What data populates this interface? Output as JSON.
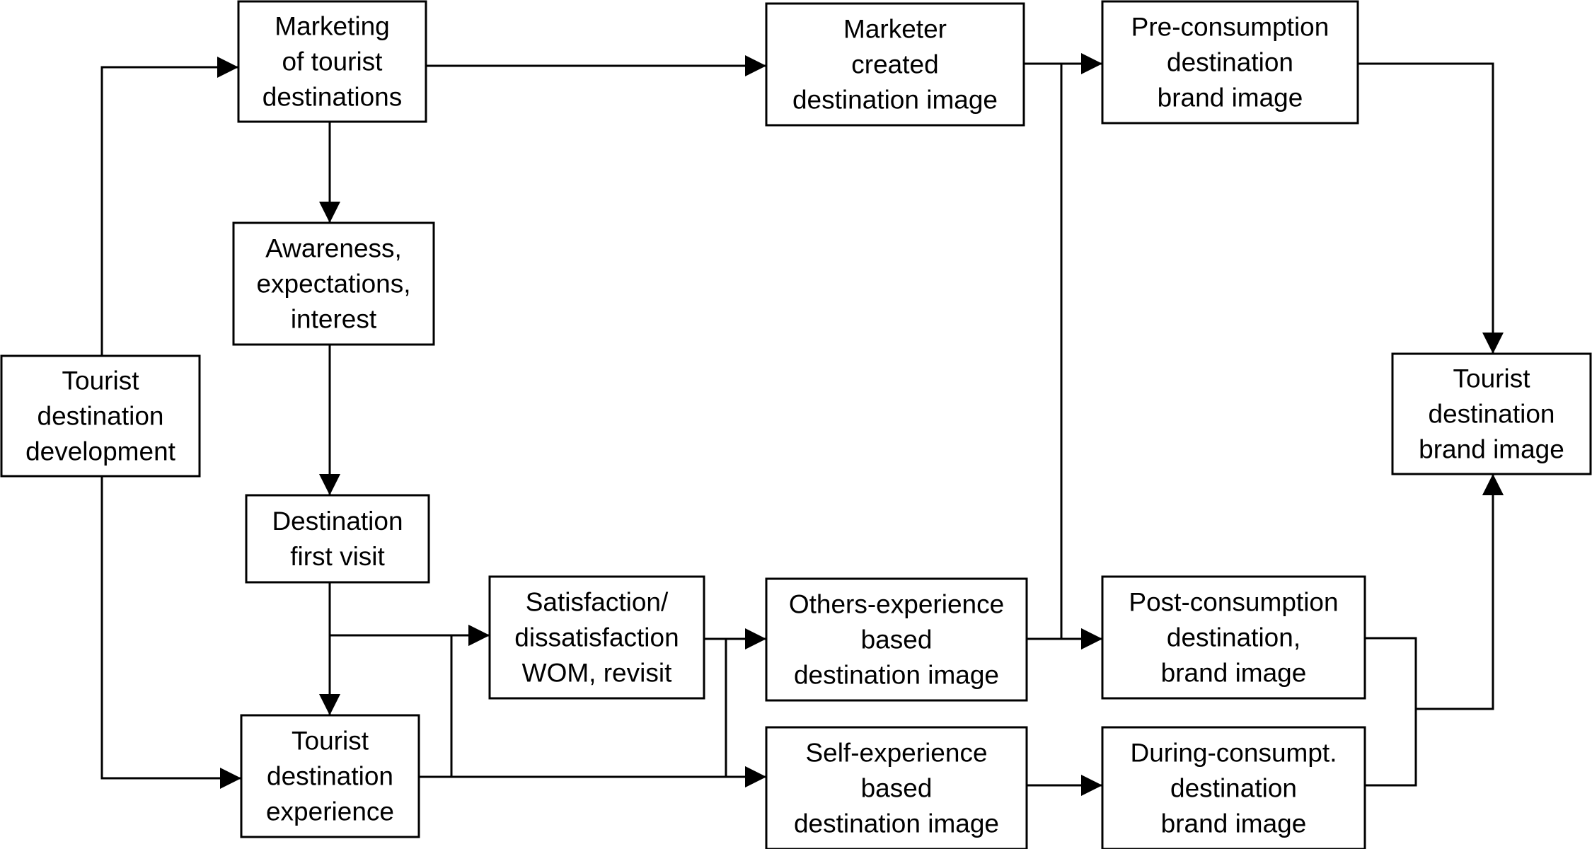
{
  "colors": {
    "line": "#000000",
    "box_fill": "#ffffff",
    "background": "#ffffff"
  },
  "nodes": [
    {
      "id": "tourist-destination-development",
      "lines": [
        "Tourist",
        "destination",
        "development"
      ]
    },
    {
      "id": "marketing-of-tourist-destinations",
      "lines": [
        "Marketing",
        "of tourist",
        "destinations"
      ]
    },
    {
      "id": "awareness-expectations-interest",
      "lines": [
        "Awareness,",
        "expectations,",
        "interest"
      ]
    },
    {
      "id": "destination-first-visit",
      "lines": [
        "Destination",
        "first visit"
      ]
    },
    {
      "id": "tourist-destination-experience",
      "lines": [
        "Tourist",
        "destination",
        "experience"
      ]
    },
    {
      "id": "satisfaction-dissatisfaction",
      "lines": [
        "Satisfaction/",
        "dissatisfaction",
        "WOM, revisit"
      ]
    },
    {
      "id": "marketer-created-image",
      "lines": [
        "Marketer",
        "created",
        "destination image"
      ]
    },
    {
      "id": "others-experience-image",
      "lines": [
        "Others-experience",
        "based",
        "destination image"
      ]
    },
    {
      "id": "self-experience-image",
      "lines": [
        "Self-experience",
        "based",
        "destination image"
      ]
    },
    {
      "id": "pre-consumption-brand-image",
      "lines": [
        "Pre-consumption",
        "destination",
        "brand image"
      ]
    },
    {
      "id": "post-consumption-brand-image",
      "lines": [
        "Post-consumption",
        "destination,",
        "brand image"
      ]
    },
    {
      "id": "during-consumption-brand-image",
      "lines": [
        "During-consumpt.",
        "destination",
        "brand image"
      ]
    },
    {
      "id": "tourist-destination-brand-image",
      "lines": [
        "Tourist",
        "destination",
        "brand image"
      ]
    }
  ],
  "edges": [
    {
      "from": "tourist-destination-development",
      "to": "marketing-of-tourist-destinations"
    },
    {
      "from": "tourist-destination-development",
      "to": "tourist-destination-experience"
    },
    {
      "from": "marketing-of-tourist-destinations",
      "to": "awareness-expectations-interest"
    },
    {
      "from": "marketing-of-tourist-destinations",
      "to": "marketer-created-image"
    },
    {
      "from": "awareness-expectations-interest",
      "to": "destination-first-visit"
    },
    {
      "from": "destination-first-visit",
      "to": "tourist-destination-experience"
    },
    {
      "from": "destination-first-visit",
      "to": "satisfaction-dissatisfaction"
    },
    {
      "from": "tourist-destination-experience",
      "to": "satisfaction-dissatisfaction"
    },
    {
      "from": "tourist-destination-experience",
      "to": "self-experience-image"
    },
    {
      "from": "satisfaction-dissatisfaction",
      "to": "others-experience-image"
    },
    {
      "from": "satisfaction-dissatisfaction",
      "to": "self-experience-image"
    },
    {
      "from": "marketer-created-image",
      "to": "pre-consumption-brand-image"
    },
    {
      "from": "marketer-created-image",
      "to": "post-consumption-brand-image"
    },
    {
      "from": "others-experience-image",
      "to": "post-consumption-brand-image"
    },
    {
      "from": "self-experience-image",
      "to": "during-consumption-brand-image"
    },
    {
      "from": "pre-consumption-brand-image",
      "to": "tourist-destination-brand-image"
    },
    {
      "from": "post-consumption-brand-image",
      "to": "tourist-destination-brand-image"
    },
    {
      "from": "during-consumption-brand-image",
      "to": "tourist-destination-brand-image"
    }
  ]
}
